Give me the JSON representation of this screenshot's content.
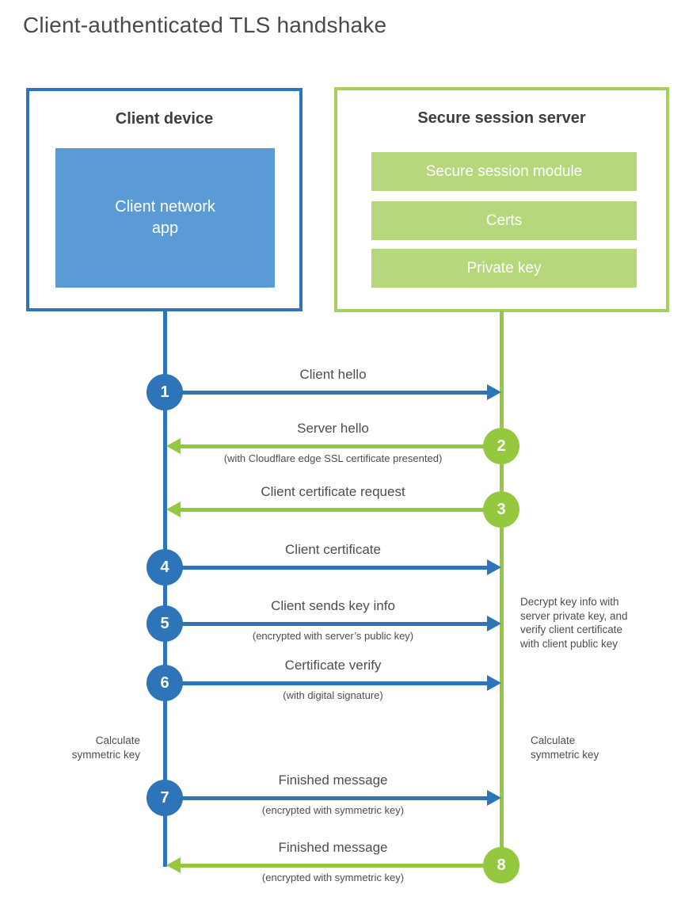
{
  "title": "Client-authenticated TLS handshake",
  "colors": {
    "blue": "#2e74b8",
    "blue-light": "#5b9bd5",
    "green": "#94c83e",
    "green-border": "#a6cf5e",
    "green-light": "#b7d77d",
    "heading": "#3d3d3d",
    "text": "#4d4d4d"
  },
  "client": {
    "title": "Client device",
    "app": "Client network\napp"
  },
  "server": {
    "title": "Secure session server",
    "modules": [
      "Secure session module",
      "Certs",
      "Private key"
    ]
  },
  "steps": [
    {
      "num": "1",
      "label": "Client hello"
    },
    {
      "num": "2",
      "label": "Server hello",
      "sublabel": "(with Cloudflare edge SSL certificate presented)"
    },
    {
      "num": "3",
      "label": "Client certificate request"
    },
    {
      "num": "4",
      "label": "Client certificate"
    },
    {
      "num": "5",
      "label": "Client sends key info",
      "sublabel": "(encrypted with server’s public key)"
    },
    {
      "num": "6",
      "label": "Certificate verify",
      "sublabel": "(with digital signature)"
    },
    {
      "num": "7",
      "label": "Finished message",
      "sublabel": "(encrypted with symmetric key)"
    },
    {
      "num": "8",
      "label": "Finished message",
      "sublabel": "(encrypted with symmetric key)"
    }
  ],
  "annotations": {
    "server_note": "Decrypt key info with\nserver private key, and\nverify client certificate\nwith client public key",
    "client_calc": "Calculate\nsymmetric key",
    "server_calc": "Calculate\nsymmetric key"
  }
}
